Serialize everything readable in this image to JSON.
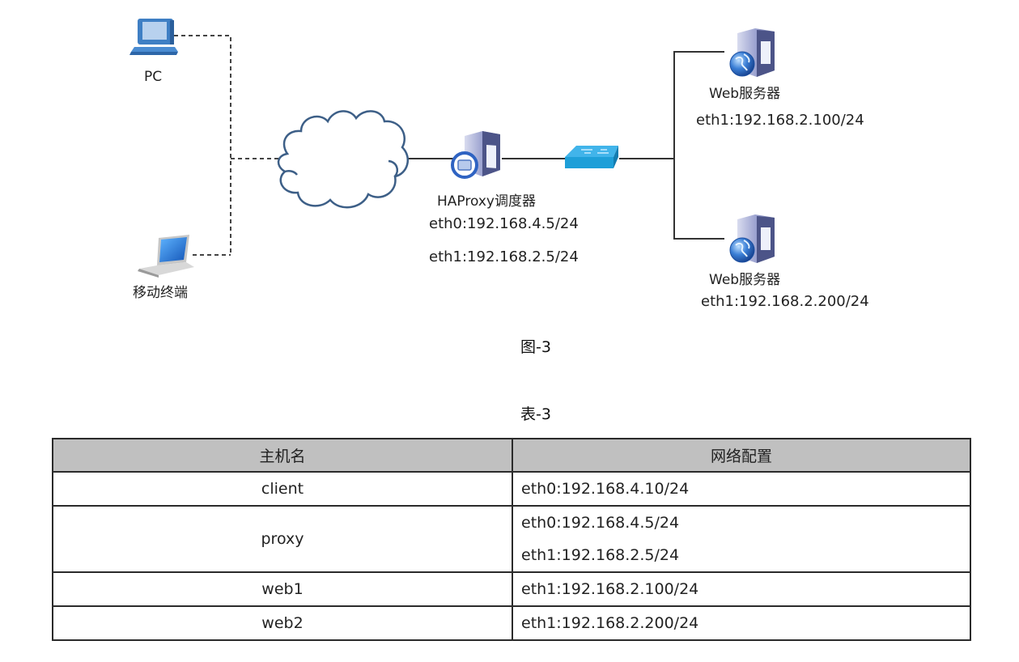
{
  "diagram": {
    "nodes": {
      "pc": {
        "label": "PC",
        "icon": "desktop-pc-icon"
      },
      "mobile": {
        "label": "移动终端",
        "icon": "laptop-icon"
      },
      "internet": {
        "label": "",
        "icon": "cloud-icon"
      },
      "haproxy": {
        "label": "HAProxy调度器",
        "icon": "proxy-server-icon",
        "ips": [
          "eth0:192.168.4.5/24",
          "eth1:192.168.2.5/24"
        ]
      },
      "switch": {
        "label": "",
        "icon": "switch-icon"
      },
      "web1": {
        "label": "Web服务器",
        "icon": "web-server-icon",
        "ip": "eth1:192.168.2.100/24"
      },
      "web2": {
        "label": "Web服务器",
        "icon": "web-server-icon",
        "ip": "eth1:192.168.2.200/24"
      }
    },
    "colors": {
      "line": "#333333",
      "cloud": "#3d5f87",
      "switch": "#1e9fd8",
      "server_body": "#8f97c4",
      "globe": "#2f6ec9"
    }
  },
  "figure_caption": "图-3",
  "table_caption": "表-3",
  "table": {
    "headers": [
      "主机名",
      "网络配置"
    ],
    "rows": [
      {
        "host": "client",
        "configs": [
          "eth0:192.168.4.10/24"
        ]
      },
      {
        "host": "proxy",
        "configs": [
          "eth0:192.168.4.5/24",
          "eth1:192.168.2.5/24"
        ]
      },
      {
        "host": "web1",
        "configs": [
          "eth1:192.168.2.100/24"
        ]
      },
      {
        "host": "web2",
        "configs": [
          "eth1:192.168.2.200/24"
        ]
      }
    ]
  }
}
